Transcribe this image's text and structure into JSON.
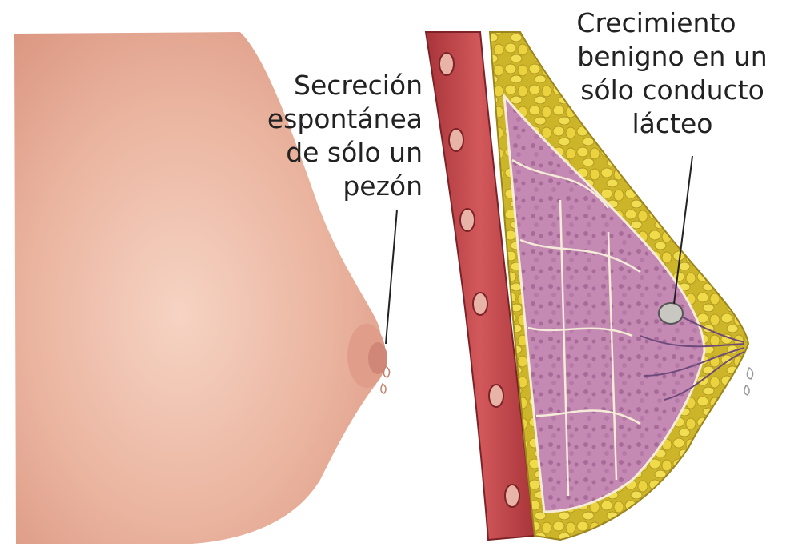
{
  "labels": {
    "left": [
      "Secreción",
      "espontánea",
      "de sólo un",
      "pezón"
    ],
    "right": [
      "Crecimiento",
      "benigno en un",
      "sólo conducto",
      "lácteo"
    ]
  },
  "colors": {
    "skin_light": "#f2c3b0",
    "skin_mid": "#e8a895",
    "skin_dark": "#d48d7c",
    "muscle": "#c8484c",
    "fat": "#e6cf2e",
    "gland": "#c48ab3",
    "duct": "#9d6b9e"
  }
}
